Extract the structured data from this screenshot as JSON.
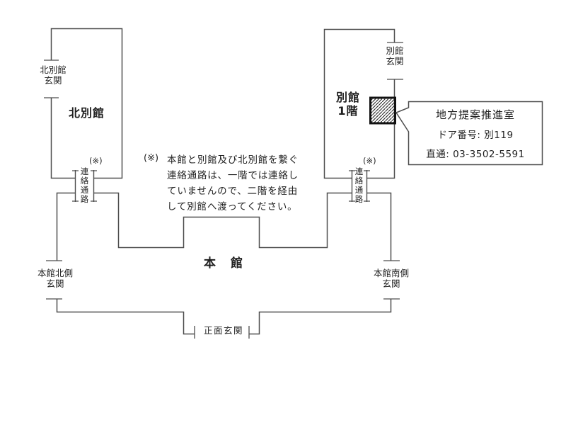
{
  "colors": {
    "line": "#4d4d4d",
    "text": "#1f1f1f",
    "hatch_border": "#111111",
    "hatch_line": "#222222",
    "background": "#ffffff"
  },
  "north_annex": {
    "name": "北別館",
    "entrance": {
      "line1": "北別館",
      "line2": "玄関"
    }
  },
  "annex": {
    "name": {
      "line1": "別館",
      "line2": "1階"
    },
    "entrance": {
      "line1": "別館",
      "line2": "玄関"
    }
  },
  "main_building": {
    "name": "本　館",
    "north_entrance": {
      "line1": "本館北側",
      "line2": "玄関"
    },
    "south_entrance": {
      "line1": "本館南側",
      "line2": "玄関"
    },
    "front_entrance": "正面玄関"
  },
  "corridors": {
    "left": {
      "mark": "(※)",
      "label": "連絡通路"
    },
    "right": {
      "mark": "(※)",
      "label": "連絡通路"
    }
  },
  "note": {
    "mark": "(※)",
    "lines": [
      "本館と別館及び北別館を繋ぐ",
      "連絡通路は、一階では連絡し",
      "ていませんので、二階を経由",
      "して別館へ渡ってください。"
    ]
  },
  "room_callout": {
    "title": "地方提案推進室",
    "door_number": "ドア番号: 別119",
    "phone": "直通: 03-3502-5591"
  }
}
